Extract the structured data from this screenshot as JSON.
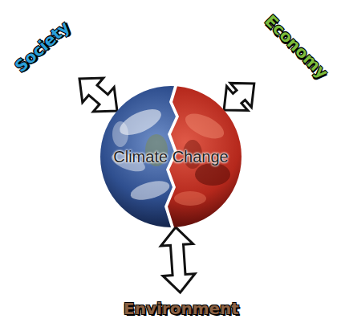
{
  "diagram": {
    "nodes": [
      {
        "text": [
          "Climate Change"
        ]
      },
      {
        "text": [
          "Society"
        ]
      },
      {
        "text": [
          "Economy"
        ]
      },
      {
        "text": [
          "Environment"
        ]
      }
    ],
    "edges": [
      {
        "from": 0,
        "to": 1,
        "arrow": "both"
      },
      {
        "from": 0,
        "to": 2,
        "arrow": "both"
      },
      {
        "from": 0,
        "to": 3,
        "arrow": "both"
      }
    ]
  }
}
